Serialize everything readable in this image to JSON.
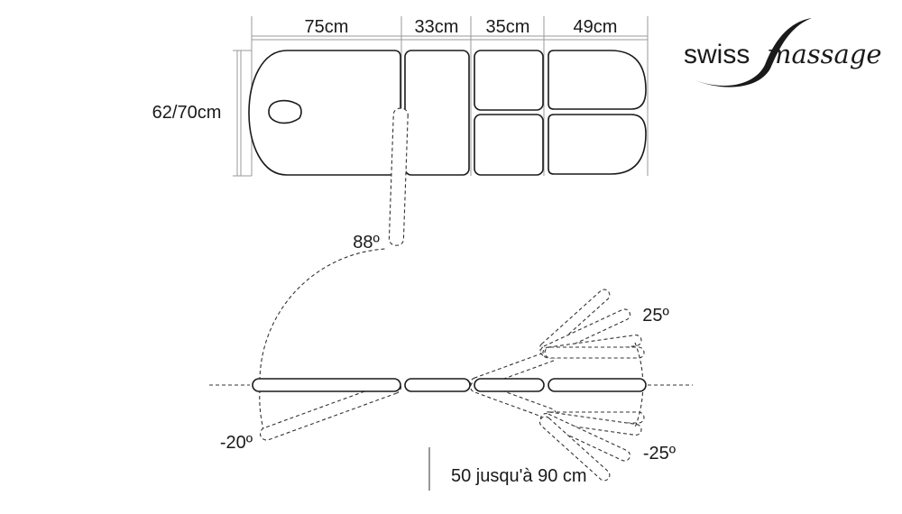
{
  "logo": {
    "part1": "swiss",
    "part2": "massage"
  },
  "dimensions": {
    "length_segments": [
      "75cm",
      "33cm",
      "35cm",
      "49cm"
    ],
    "width": "62/70cm"
  },
  "angles": {
    "backrest_up": "88º",
    "backrest_down": "-20º",
    "leg_up": "25º",
    "leg_down": "-25º"
  },
  "height": "50 jusqu'à 90 cm",
  "colors": {
    "line": "#1a1a1a",
    "dimension": "#9a9a9a"
  }
}
